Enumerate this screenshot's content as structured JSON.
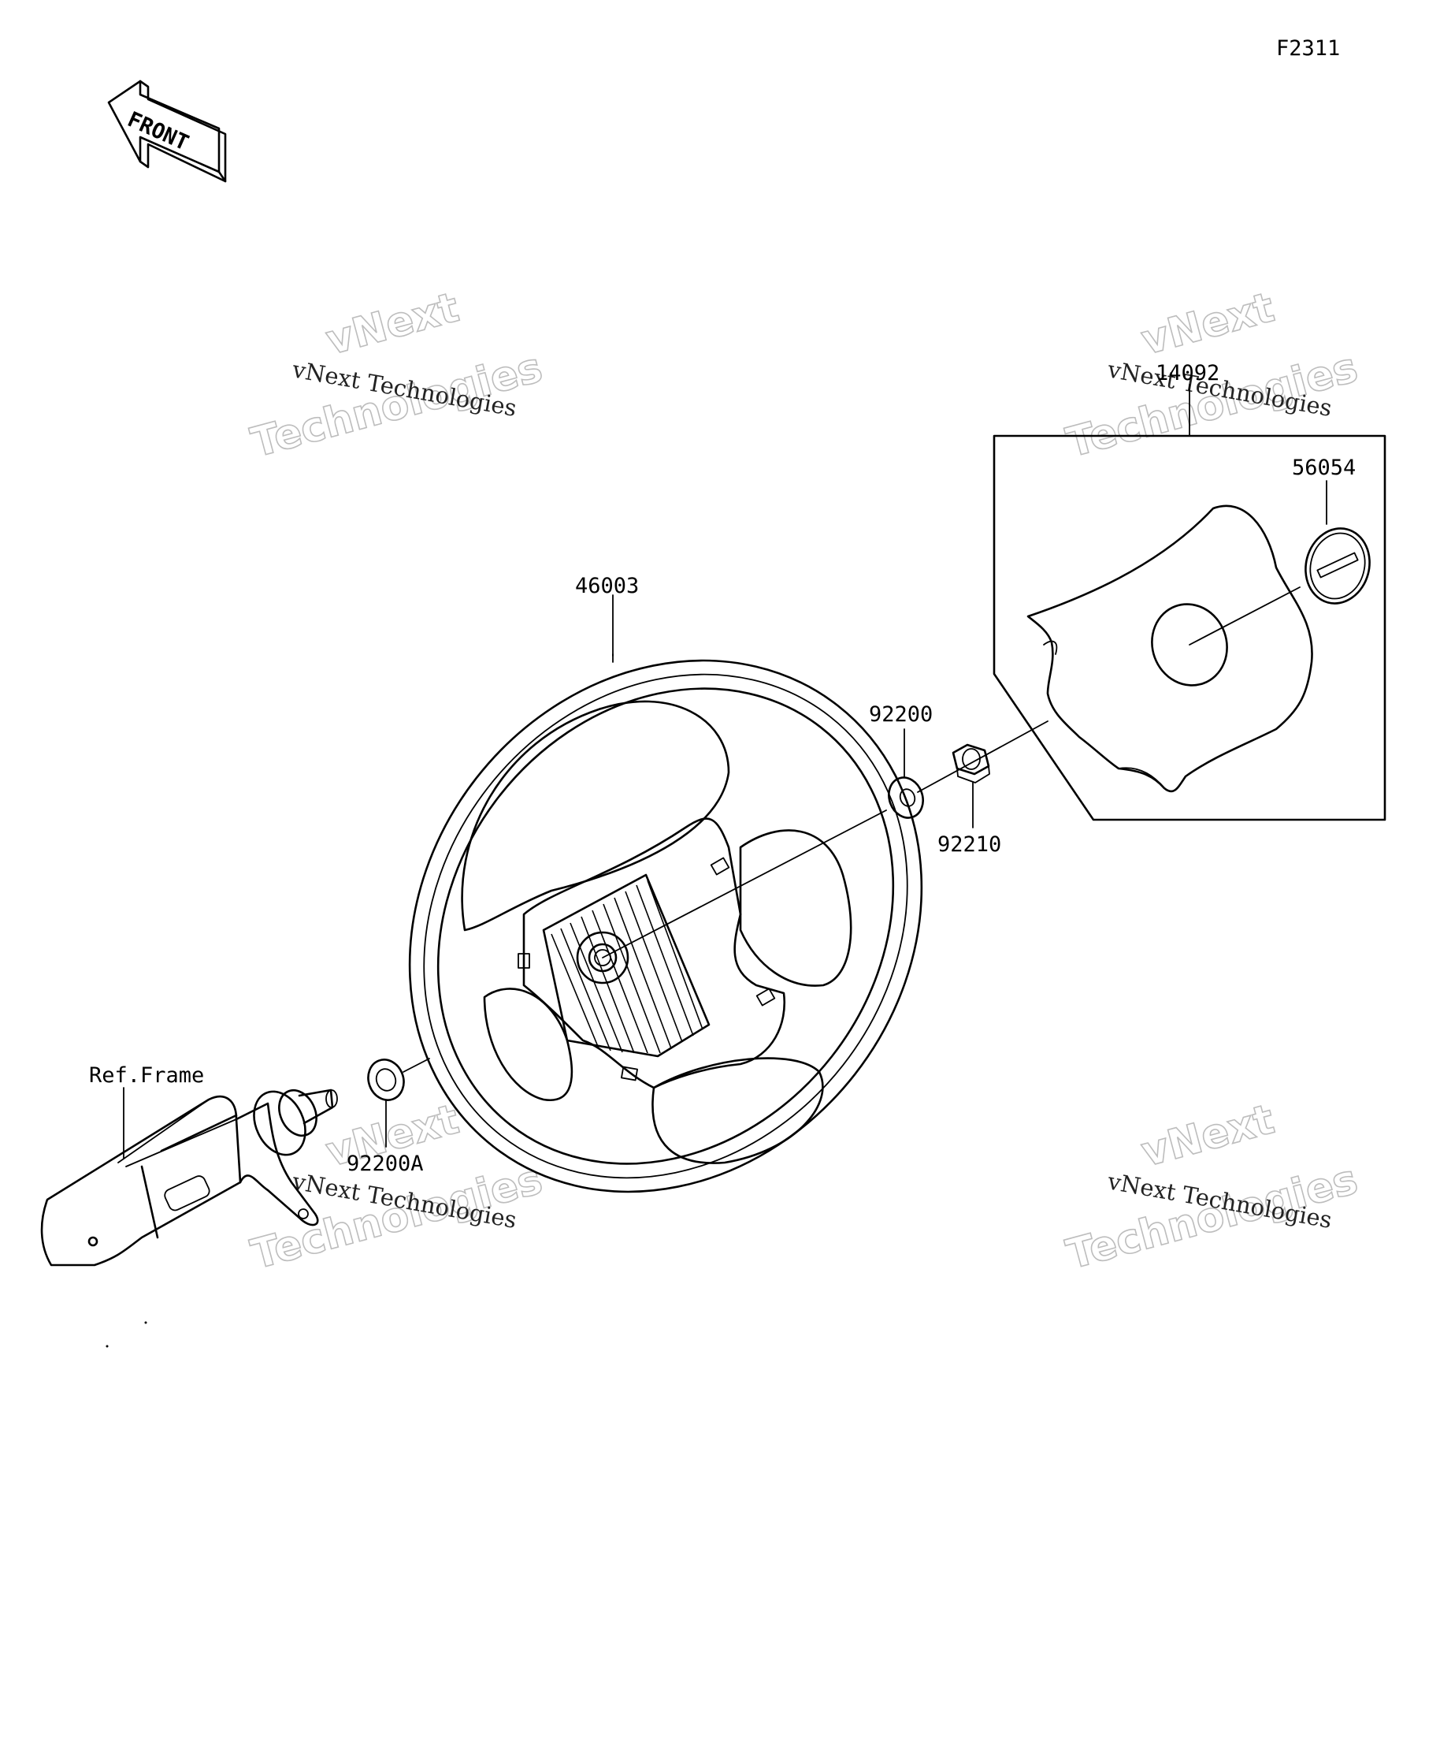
{
  "figure_code": "F2311",
  "front_arrow_text": "FRONT",
  "parts": {
    "steering_wheel": "46003",
    "horn_pad_assembly": "14092",
    "emblem": "56054",
    "washer": "92200",
    "nut": "92210",
    "washer_a": "92200A",
    "frame_reference": "Ref.Frame"
  },
  "watermark": {
    "line1": "vNext Technologies",
    "outline_top": "vNext",
    "outline_bottom": "Technologies"
  },
  "colors": {
    "line": "#000000",
    "watermark_outline": "#bdbdbd",
    "background": "#ffffff"
  }
}
